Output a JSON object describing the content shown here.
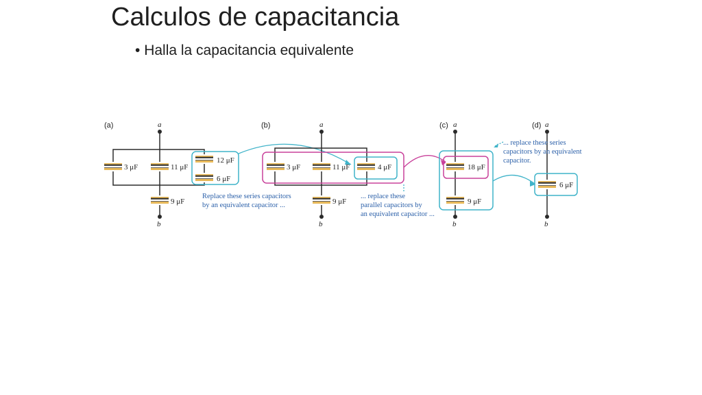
{
  "slide": {
    "title": "Calculos de capacitancia",
    "bullet": "Halla la capacitancia equivalente"
  },
  "figure": {
    "panels": {
      "a": {
        "label": "(a)",
        "top_node": "a",
        "bottom_node": "b",
        "caps": [
          "3 μF",
          "11 μF",
          "12 μF",
          "6 μF",
          "9 μF"
        ],
        "note": [
          "Replace these series capacitors",
          "by an equivalent capacitor ..."
        ]
      },
      "b": {
        "label": "(b)",
        "top_node": "a",
        "bottom_node": "b",
        "caps": [
          "3 μF",
          "11 μF",
          "4 μF",
          "9 μF"
        ],
        "note": [
          "... replace these",
          "parallel capacitors by",
          "an equivalent capacitor ..."
        ]
      },
      "c": {
        "label": "(c)",
        "top_node": "a",
        "bottom_node": "b",
        "caps": [
          "18 μF",
          "9 μF"
        ]
      },
      "d": {
        "label": "(d)",
        "top_node": "a",
        "bottom_node": "b",
        "caps": [
          "6 μF"
        ],
        "note": [
          "... replace these series",
          "capacitors by an equivalent",
          "capacitor."
        ]
      }
    },
    "colors": {
      "wire": "#2b2b2b",
      "plate_dark": "#3a3a3a",
      "plate_light": "#e8b95a",
      "cyan_box": "#3fb3c9",
      "magenta_box": "#c8409a",
      "note_text": "#2a5fa8"
    }
  }
}
